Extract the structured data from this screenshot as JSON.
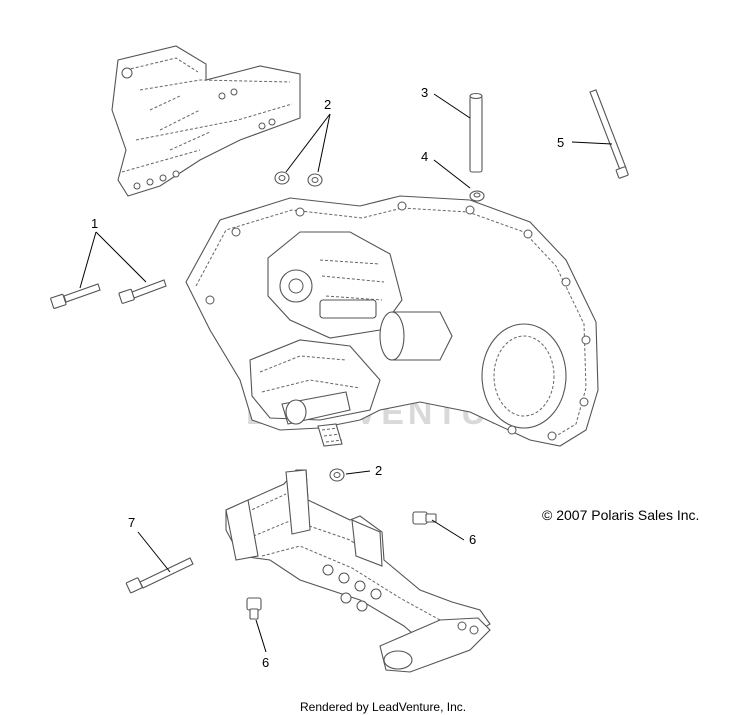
{
  "callouts": [
    {
      "id": "1",
      "label": "1"
    },
    {
      "id": "2a",
      "label": "2"
    },
    {
      "id": "2b",
      "label": "2"
    },
    {
      "id": "3",
      "label": "3"
    },
    {
      "id": "4",
      "label": "4"
    },
    {
      "id": "5",
      "label": "5"
    },
    {
      "id": "6a",
      "label": "6"
    },
    {
      "id": "6b",
      "label": "6"
    },
    {
      "id": "7",
      "label": "7"
    }
  ],
  "copyright": "© 2007 Polaris Sales Inc.",
  "footer": "Rendered by LeadVenture, Inc.",
  "watermark": "LEADVENTURE",
  "colors": {
    "line": "#555555",
    "text": "#000000",
    "watermark": "#d9d9d9",
    "background": "#ffffff"
  }
}
